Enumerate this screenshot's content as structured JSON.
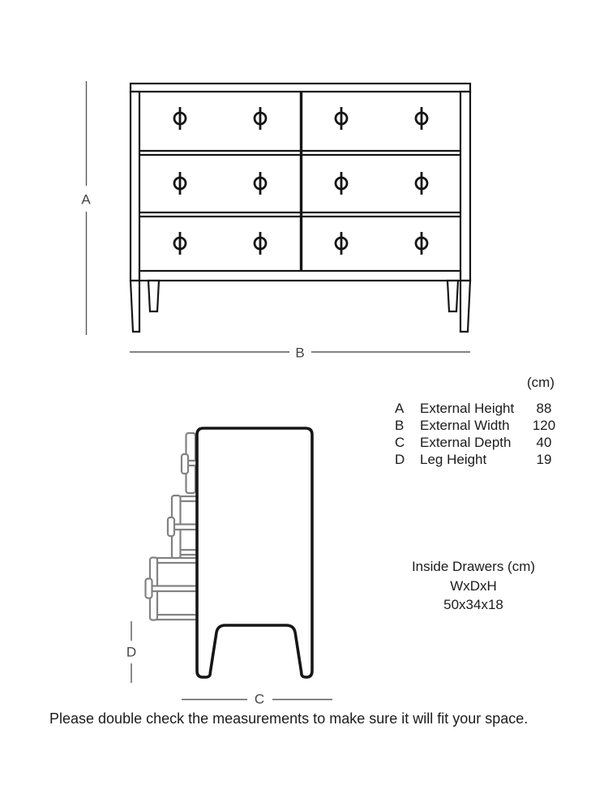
{
  "dimensions": {
    "unit_header": "(cm)",
    "rows": [
      {
        "key": "A",
        "name": "External Height",
        "value": "88"
      },
      {
        "key": "B",
        "name": "External Width",
        "value": "120"
      },
      {
        "key": "C",
        "name": "External Depth",
        "value": "40"
      },
      {
        "key": "D",
        "name": "Leg Height",
        "value": "19"
      }
    ]
  },
  "inside_drawers": {
    "title": "Inside Drawers (cm)",
    "format": "WxDxH",
    "value": "50x34x18"
  },
  "note": "Please double check the measurements to make sure it will fit your space.",
  "diagram": {
    "front_view": "six-drawer chest, front elevation",
    "side_view": "chest profile with three drawers open",
    "drawer_count": 6,
    "handles_per_drawer": 2
  },
  "colors": {
    "outline": "#161616",
    "drawer_profile": "#828282",
    "dimension_line": "#595959",
    "text": "#1c1c1c",
    "background": "#ffffff"
  }
}
